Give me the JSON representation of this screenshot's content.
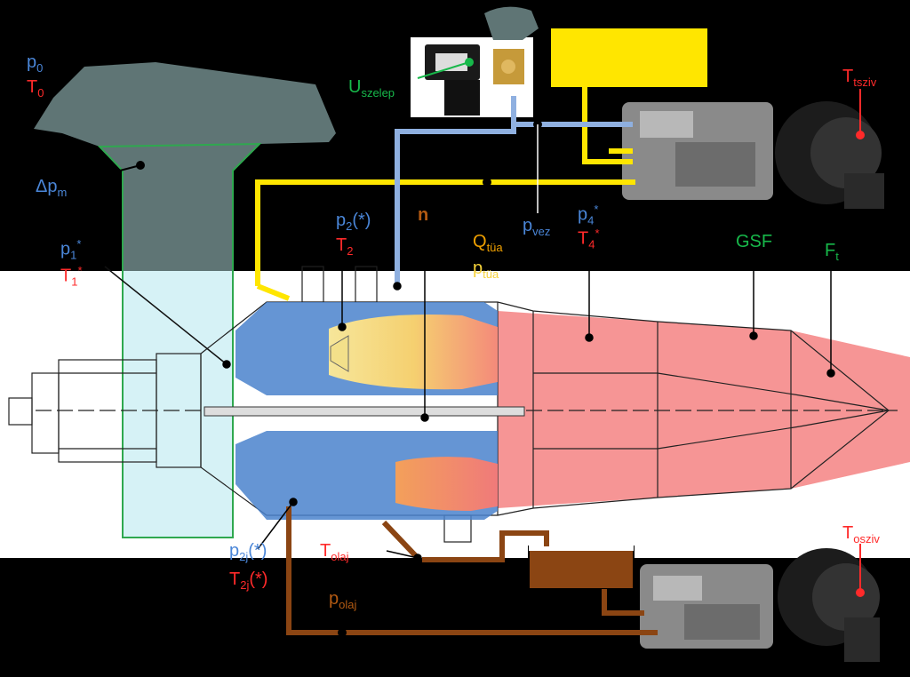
{
  "labels": {
    "p0": {
      "main": "p",
      "sub": "0"
    },
    "T0": {
      "main": "T",
      "sub": "0"
    },
    "dpm": {
      "main": "Δp",
      "sub": "m"
    },
    "p1": {
      "main": "p",
      "sub": "1",
      "sup": "*"
    },
    "T1": {
      "main": "T",
      "sub": "1",
      "sup": "*"
    },
    "p2": {
      "main": "p",
      "sub": "2",
      "suffix": "(*)"
    },
    "T2": {
      "main": "T",
      "sub": "2"
    },
    "n": "n",
    "Qtua": {
      "main": "Q",
      "sub": "tüa"
    },
    "ptua": {
      "main": "p",
      "sub": "tüa"
    },
    "pvez": {
      "main": "p",
      "sub": "vez"
    },
    "p4": {
      "main": "p",
      "sub": "4",
      "sup": "*"
    },
    "T4": {
      "main": "T",
      "sub": "4",
      "sup": "*"
    },
    "GSF": "GSF",
    "Ft": {
      "main": "F",
      "sub": "t"
    },
    "Uszelep": {
      "main": "U",
      "sub": "szelep"
    },
    "Ttsziv": {
      "main": "T",
      "sub": "tsziv"
    },
    "p2j": {
      "main": "p",
      "sub": "2j",
      "suffix": "(*)"
    },
    "T2j": {
      "main": "T",
      "sub": "2j",
      "suffix": "(*)"
    },
    "Tolaj": {
      "main": "T",
      "sub": "olaj"
    },
    "polaj": {
      "main": "p",
      "sub": "olaj"
    },
    "Tosziv": {
      "main": "T",
      "sub": "osziv"
    }
  },
  "colors": {
    "background": "#000000",
    "white_band": "#ffffff",
    "fuel_line": "#ffe600",
    "air_line": "#8fb0e0",
    "oil_line": "#8b4513",
    "hot_gas": "#f58a8a",
    "intake_fill": "#5f7575",
    "pressure_label": "#4a86d8",
    "temperature_label": "#ff2a2a",
    "electrical_label": "#17b84a"
  },
  "icons": [
    "solenoid-valve-icon",
    "fuel-pump-icon",
    "oil-pump-icon",
    "turbojet-engine-icon"
  ]
}
